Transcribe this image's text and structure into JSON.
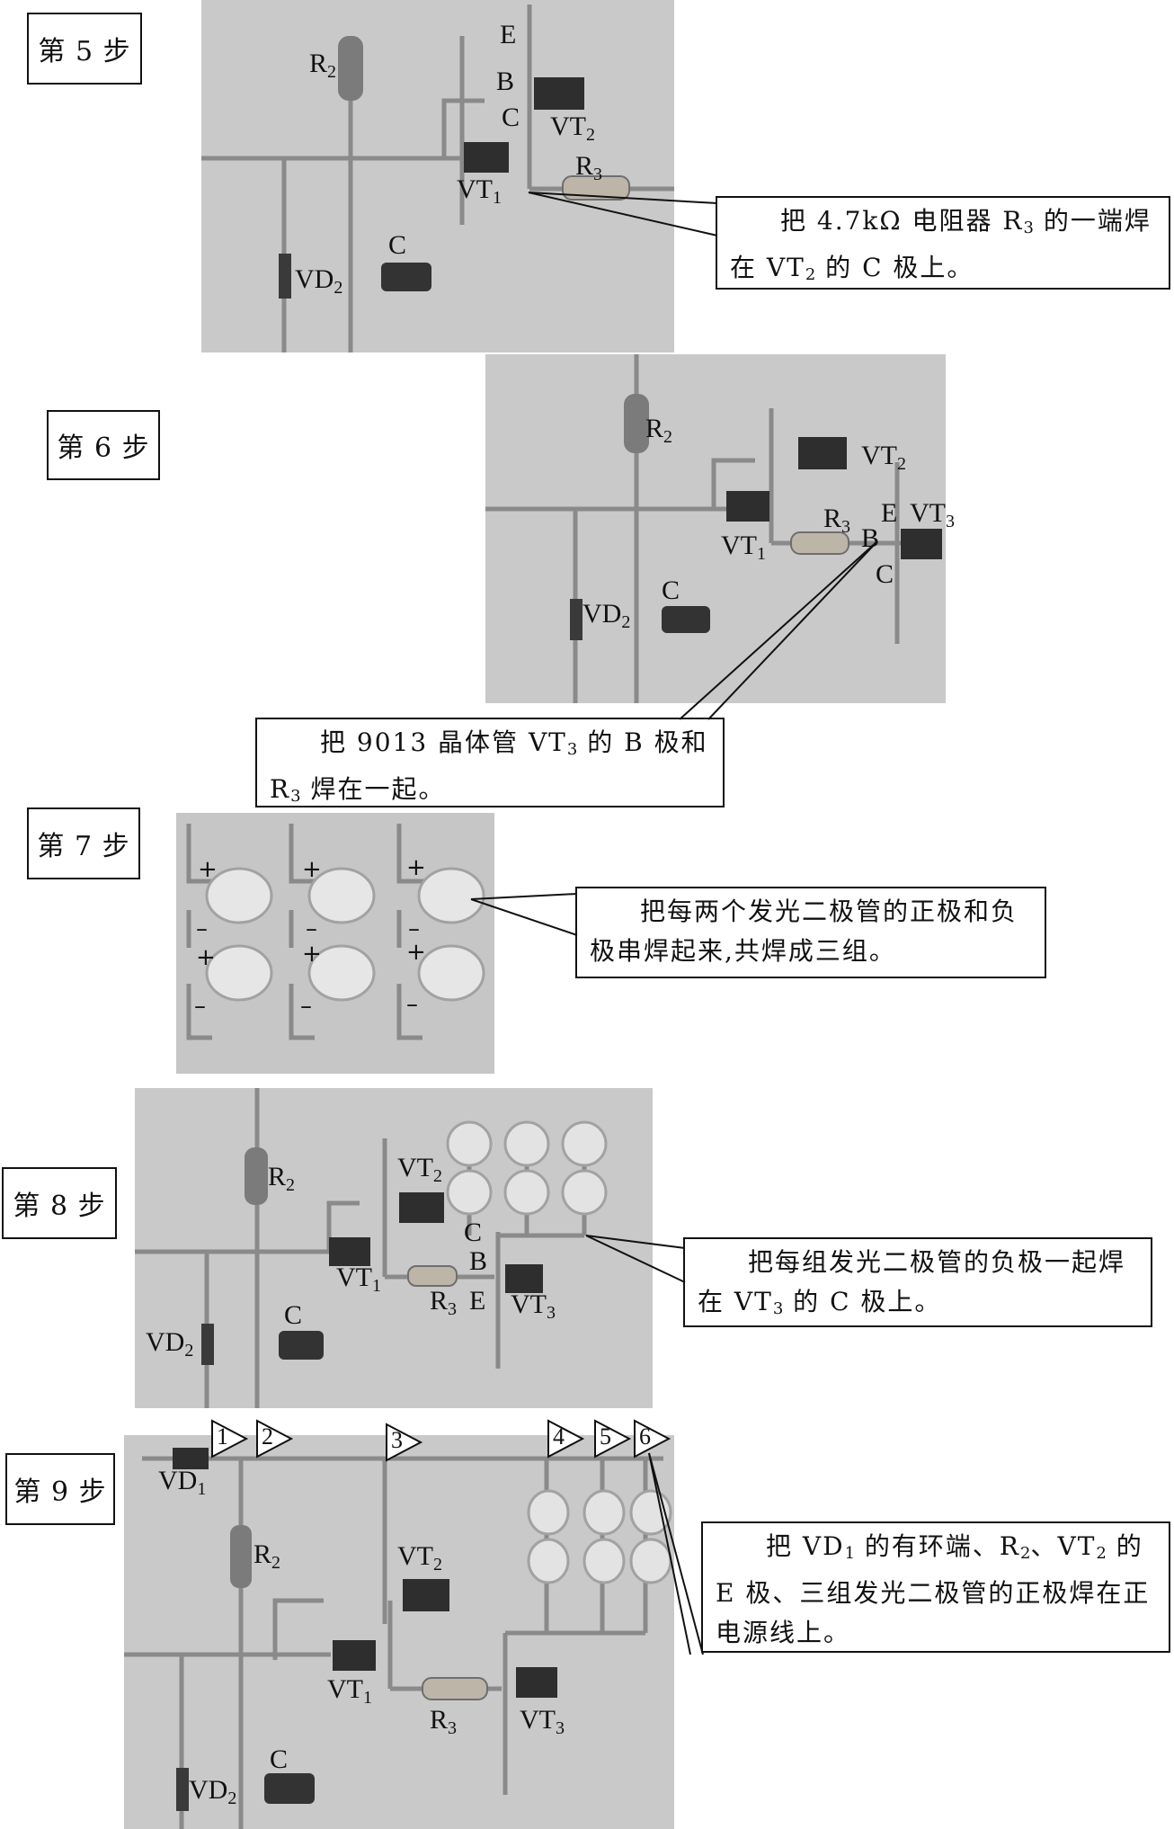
{
  "steps": [
    {
      "label": "第 5 步",
      "marks": {
        "r2": "R",
        "r2_sub": "2",
        "e": "E",
        "b": "B",
        "c": "C",
        "vt2": "VT",
        "vt2_sub": "2",
        "r3": "R",
        "r3_sub": "3",
        "vt1": "VT",
        "vt1_sub": "1",
        "vd2": "VD",
        "vd2_sub": "2",
        "cap": "C"
      },
      "callout": [
        "把 4.7kΩ 电阻器 R",
        "3",
        " 的一端焊在 VT",
        "2",
        " 的 C 极上。"
      ]
    },
    {
      "label": "第 6 步",
      "marks": {
        "r2": "R",
        "r2_sub": "2",
        "vt2": "VT",
        "vt2_sub": "2",
        "r3": "R",
        "r3_sub": "3",
        "e": "E",
        "vt3": "VT",
        "vt3_sub": "3",
        "b": "B",
        "vt1": "VT",
        "vt1_sub": "1",
        "c_pin": "C",
        "cap": "C",
        "vd2": "VD",
        "vd2_sub": "2"
      },
      "callout": [
        "把 9013 晶体管 VT",
        "3",
        " 的 B 极和 R",
        "3",
        " 焊在一起。"
      ]
    },
    {
      "label": "第 7 步",
      "plus": "+",
      "minus": "–",
      "callout": [
        "把每两个发光二极管的正极和负极串焊起来,共焊成三组。"
      ]
    },
    {
      "label": "第 8 步",
      "marks": {
        "r2": "R",
        "r2_sub": "2",
        "vt2": "VT",
        "vt2_sub": "2",
        "c": "C",
        "b": "B",
        "e": "E",
        "vt1": "VT",
        "vt1_sub": "1",
        "r3": "R",
        "r3_sub": "3",
        "vt3": "VT",
        "vt3_sub": "3",
        "cap": "C",
        "vd2": "VD",
        "vd2_sub": "2"
      },
      "callout": [
        "把每组发光二极管的负极一起焊在 VT",
        "3",
        " 的 C 极上。"
      ]
    },
    {
      "label": "第 9 步",
      "flags": [
        "1",
        "2",
        "3",
        "4",
        "5",
        "6"
      ],
      "marks": {
        "vd1": "VD",
        "vd1_sub": "1",
        "r2": "R",
        "r2_sub": "2",
        "vt2": "VT",
        "vt2_sub": "2",
        "vt1": "VT",
        "vt1_sub": "1",
        "r3": "R",
        "r3_sub": "3",
        "vt3": "VT",
        "vt3_sub": "3",
        "cap": "C",
        "vd2": "VD",
        "vd2_sub": "2"
      },
      "callout": [
        "把 VD",
        "1",
        " 的有环端、R",
        "2",
        "、VT",
        "2",
        " 的 E 极、三组发光二极管的正极焊在正电源线上。"
      ]
    }
  ]
}
